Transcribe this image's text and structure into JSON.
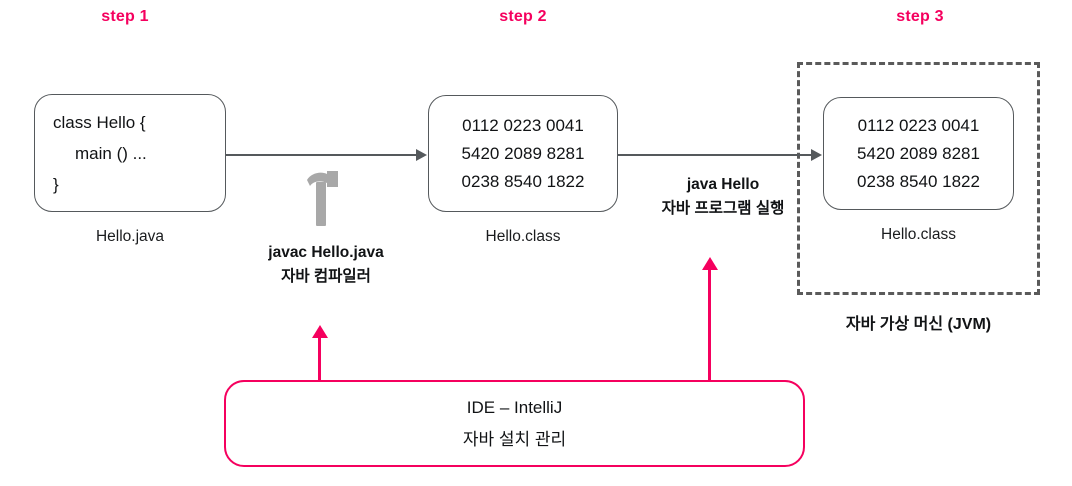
{
  "diagram": {
    "title_steps": [
      {
        "label": "step 1"
      },
      {
        "label": "step 2"
      },
      {
        "label": "step 3"
      }
    ],
    "accent_color": "#f5005e",
    "line_color": "#55595c",
    "dashed_color": "#5a5a5a",
    "source_node": {
      "caption": "Hello.java",
      "lines": [
        "class Hello {",
        "main () ...",
        "}"
      ]
    },
    "class_node": {
      "caption": "Hello.class",
      "lines": [
        "0112 0223 0041",
        "5420 2089 8281",
        "0238 8540 1822"
      ]
    },
    "runtime_node": {
      "caption": "Hello.class",
      "lines": [
        "0112 0223 0041",
        "5420 2089 8281",
        "0238 8540 1822"
      ]
    },
    "compile_annotation": {
      "icon": "hammer-icon",
      "command": "javac Hello.java",
      "description": "자바 컴파일러"
    },
    "run_annotation": {
      "command": "java Hello",
      "description": "자바 프로그램 실행"
    },
    "jvm_container": {
      "caption": "자바 가상 머신 (JVM)"
    },
    "ide_box": {
      "line1": "IDE – IntelliJ",
      "line2": "자바 설치 관리"
    }
  }
}
